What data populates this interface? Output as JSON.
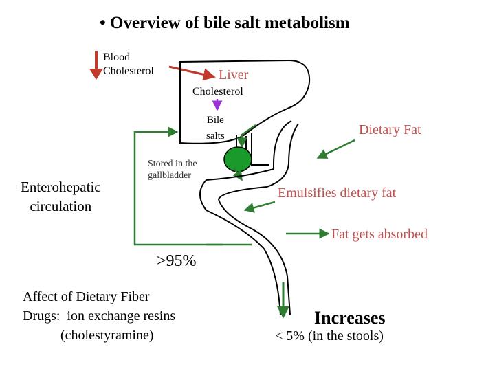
{
  "title": "• Overview of bile salt metabolism",
  "labels": {
    "blood_cholesterol": "Blood\nCholesterol",
    "liver": "Liver",
    "cholesterol": "Cholesterol",
    "bile_salts": "Bile\nsalts",
    "dietary_fat": "Dietary Fat",
    "stored": "Stored in the\ngallbladder",
    "enterohepatic": "Enterohepatic\ncirculation",
    "emulsifies": "Emulsifies dietary fat",
    "fat_absorbed": "Fat gets absorbed",
    "reabsorbed_pct": ">95%",
    "fiber_drugs": "Affect of Dietary Fiber\nDrugs:  ion exchange resins\n           (cholestyramine)",
    "increases": "Increases",
    "stool_pct": "< 5% (in the stools)"
  },
  "colors": {
    "brown_arrow": "#c0392b",
    "liver_label": "#c0504d",
    "green": "#2e7d32",
    "gallbladder": "#1a9a2a",
    "purple": "#9b30d9",
    "outline": "#000000"
  }
}
